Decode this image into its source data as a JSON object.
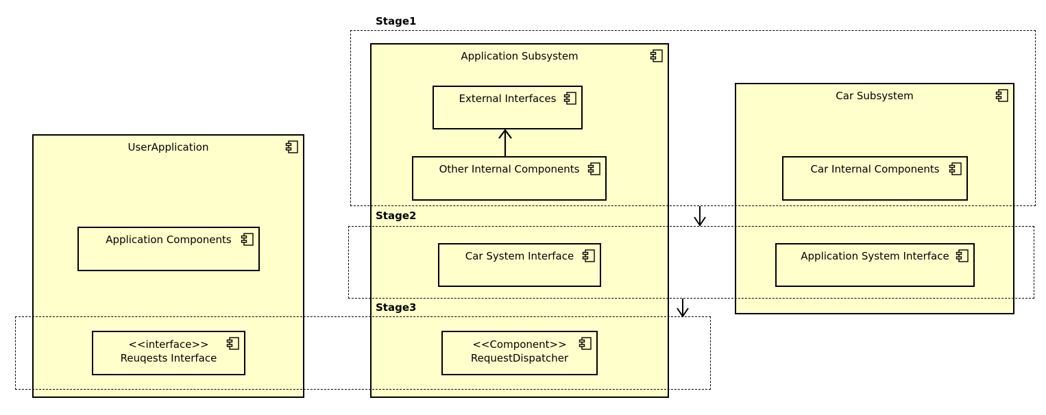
{
  "stages": {
    "stage1": "Stage1",
    "stage2": "Stage2",
    "stage3": "Stage3"
  },
  "containers": {
    "user_application": "UserApplication",
    "application_subsystem": "Application Subsystem",
    "car_subsystem": "Car Subsystem"
  },
  "components": {
    "external_interfaces": "External Interfaces",
    "other_internal_components": "Other Internal Components",
    "car_internal_components": "Car Internal Components",
    "application_components": "Application Components",
    "car_system_interface": "Car System Interface",
    "application_system_interface": "Application System Interface",
    "requests_interface": {
      "stereotype": "<<interface>>",
      "name": "Reuqests Interface"
    },
    "request_dispatcher": {
      "stereotype": "<<Component>>",
      "name": "RequestDispatcher"
    }
  },
  "icons": {
    "component": "component-icon"
  },
  "colors": {
    "fill": "#ffffcc",
    "stroke": "#000000"
  }
}
